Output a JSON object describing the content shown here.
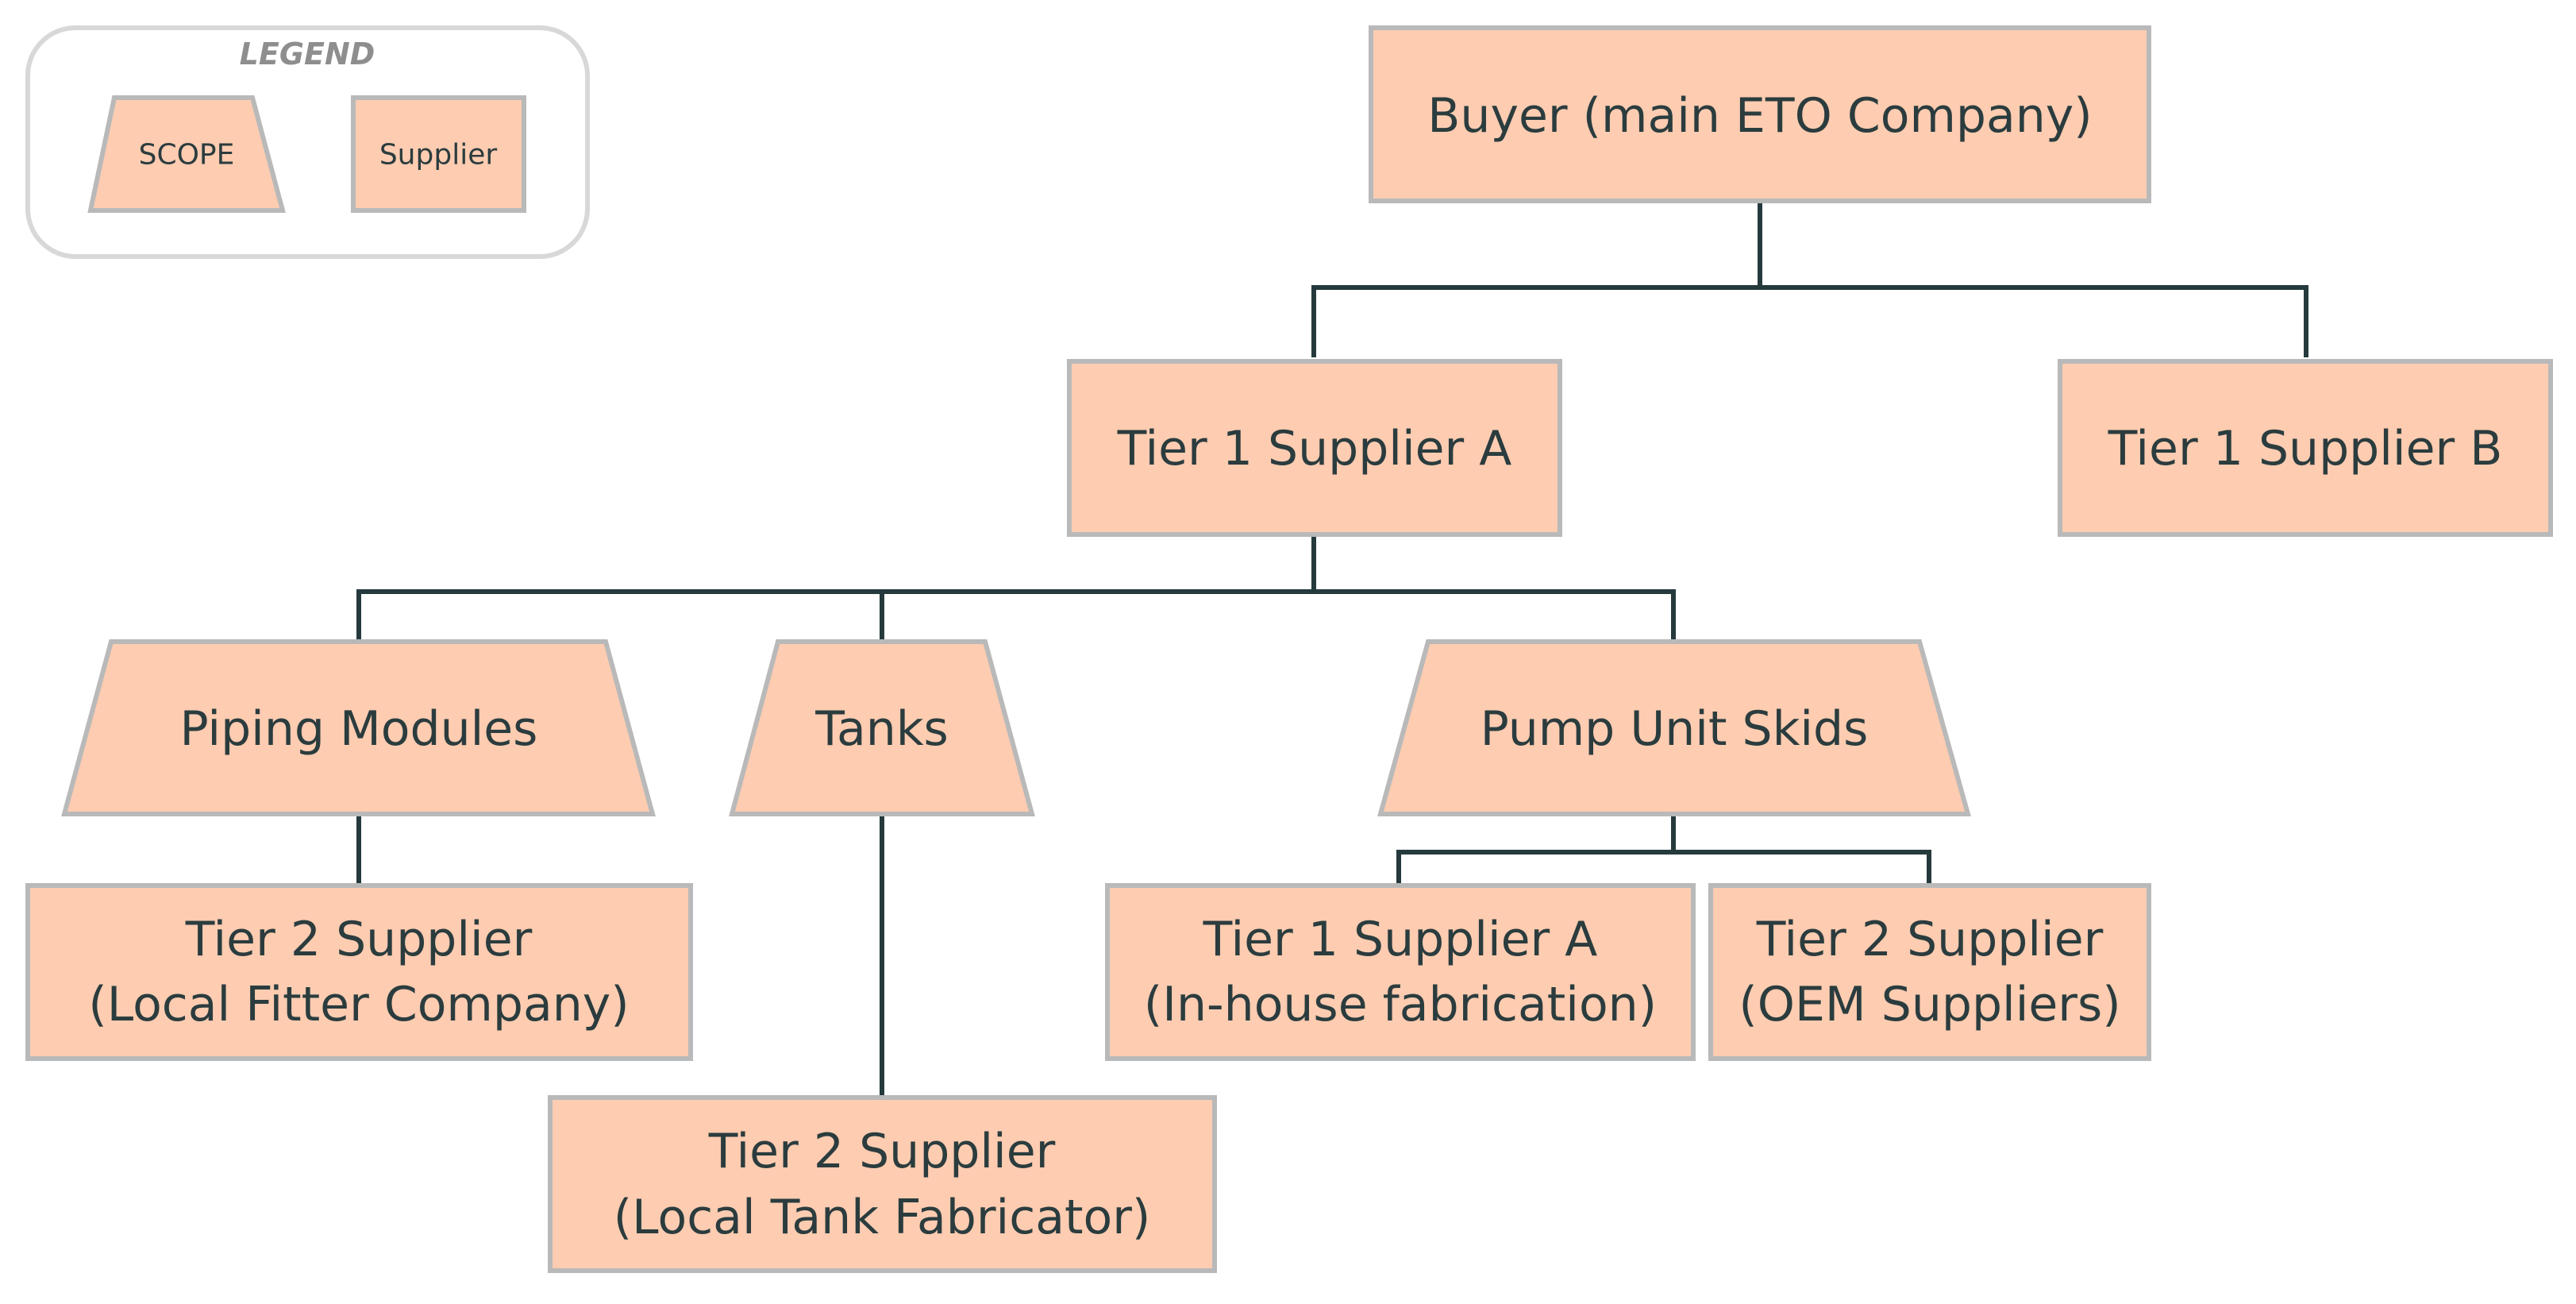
{
  "legend": {
    "title": "LEGEND",
    "scope_label": "SCOPE",
    "supplier_label": "Supplier"
  },
  "nodes": {
    "buyer": "Buyer (main ETO Company)",
    "tier1a": "Tier 1 Supplier A",
    "tier1b": "Tier 1 Supplier B",
    "piping": "Piping Modules",
    "tanks": "Tanks",
    "pump": "Pump Unit Skids",
    "fitter_l1": "Tier 2 Supplier",
    "fitter_l2": "(Local Fitter Company)",
    "tankfab_l1": "Tier 2 Supplier",
    "tankfab_l2": "(Local Tank Fabricator)",
    "inhouse_l1": "Tier 1 Supplier A",
    "inhouse_l2": "(In-house fabrication)",
    "oem_l1": "Tier 2 Supplier",
    "oem_l2": "(OEM Suppliers)"
  }
}
